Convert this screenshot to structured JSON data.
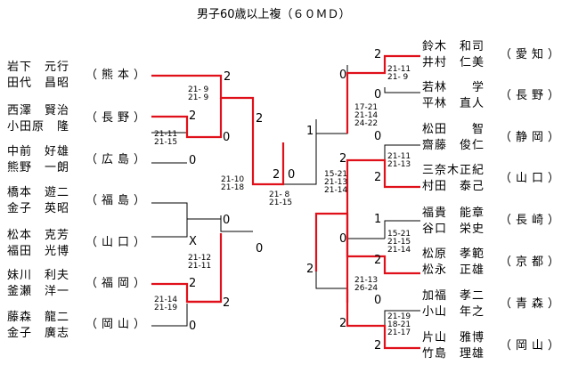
{
  "title": "男子60歳以上複（６０ＭＤ）",
  "left_pairs": [
    {
      "name1": "岩下　元行",
      "name2": "田代　昌昭",
      "pref": "（熊本）"
    },
    {
      "name1": "西澤　賢治",
      "name2": "小田原　隆",
      "pref": "（長野）"
    },
    {
      "name1": "中前　好雄",
      "name2": "熊野　一朗",
      "pref": "（広島）"
    },
    {
      "name1": "橋本　遊二",
      "name2": "金子　英昭",
      "pref": "（福島）"
    },
    {
      "name1": "松本　克芳",
      "name2": "福田　光博",
      "pref": "（山口）"
    },
    {
      "name1": "妹川　利夫",
      "name2": "釜瀬　洋一",
      "pref": "（福岡）"
    },
    {
      "name1": "藤森　龍二",
      "name2": "金子　廣志",
      "pref": "（岡山）"
    }
  ],
  "right_pairs": [
    {
      "name1": "鈴木　和司",
      "name2": "井村　仁美",
      "pref": "（愛知）"
    },
    {
      "name1": "若林　　学",
      "name2": "平林　直人",
      "pref": "（長野）"
    },
    {
      "name1": "松田　　智",
      "name2": "齋藤　俊仁",
      "pref": "（静岡）"
    },
    {
      "name1": "三奈木正紀",
      "name2": "村田　泰己",
      "pref": "（山口）"
    },
    {
      "name1": "福貴　能章",
      "name2": "谷口　栄史",
      "pref": "（長崎）"
    },
    {
      "name1": "松原　孝範",
      "name2": "松永　正雄",
      "pref": "（京都）"
    },
    {
      "name1": "加福　孝二",
      "name2": "小山　年之",
      "pref": "（青森）"
    },
    {
      "name1": "片山　雅博",
      "name2": "竹島　理雄",
      "pref": "（岡山）"
    }
  ],
  "scores": {
    "l_r1_top": "2",
    "l_r1_west": "2",
    "l_r1_west_lose": "0",
    "l_r1_naka": "0",
    "l_r1_hashi": "0",
    "l_r1_matsu": "X",
    "l_r1_imo": "2",
    "l_r1_fuji": "0",
    "l_r2_top": "2",
    "l_r2_bot": "0",
    "final_left": "2",
    "final_right": "0",
    "r_r2_top": "1",
    "r_r2_bot": "2",
    "r_qf_top_win": "2",
    "r_qf_top_lose": "0",
    "r_qf_a": "0",
    "r_qf_b": "2",
    "r_r1_a": "2",
    "r_r1_b": "0",
    "r_r1_c": "0",
    "r_r1_d": "2",
    "r_r1_e": "1",
    "r_r1_f": "2",
    "r_r1_g": "0",
    "r_r1_h": "2"
  },
  "game_scores": {
    "l_m1": "21- 9\n21- 9",
    "l_m2": "21-11\n21-15",
    "l_m3": "21-10\n21-18",
    "l_m4": "21-12\n21-11",
    "l_m5": "21-14\n21-19",
    "final": "21- 8\n21-15",
    "r_sf": "15-21\n21-13\n21-14",
    "r_qf1": "17-21\n21-14\n24-22",
    "r_qf2": "21-13\n26-24",
    "r_m1": "21-11\n21- 9",
    "r_m2": "21-11\n21-13",
    "r_m3": "15-21\n21-15\n21-14",
    "r_m4": "21-19\n18-21\n21-17"
  },
  "colors": {
    "winner_line": "#e0101a",
    "loser_line": "#000000"
  }
}
